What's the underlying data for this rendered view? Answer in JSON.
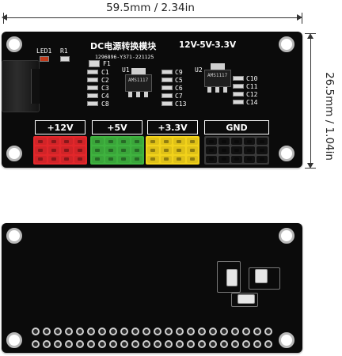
{
  "dimensions": {
    "width_label": "59.5mm / 2.34in",
    "height_label": "26.5mm / 1.04in"
  },
  "front": {
    "title": "DC电源转换模块",
    "voltages": "12V-5V-3.3V",
    "part_code": "1296896-Y371-221125",
    "led_label": "LED1",
    "r_label": "R1",
    "f_label": "F1",
    "u1_label": "U1",
    "u2_label": "U2",
    "u1_chip": "AMS1117",
    "u2_chip": "AMS1117",
    "caps_left": [
      "C1",
      "C2",
      "C3",
      "C4",
      "C8"
    ],
    "caps_mid": [
      "C9",
      "C5",
      "C6",
      "C7",
      "C13"
    ],
    "caps_right": [
      "C10",
      "C11",
      "C12",
      "C14"
    ],
    "rails": [
      {
        "label": "+12V",
        "color": "#e3272b"
      },
      {
        "label": "+5V",
        "color": "#3fb33f"
      },
      {
        "label": "+3.3V",
        "color": "#f2d21a"
      },
      {
        "label": "GND",
        "color": "#1c1c1c"
      }
    ]
  },
  "colors": {
    "board": "#0b0b0b",
    "silkscreen": "#ffffff",
    "hole_ring": "#b9b9b9",
    "dimension_line": "#333333"
  }
}
